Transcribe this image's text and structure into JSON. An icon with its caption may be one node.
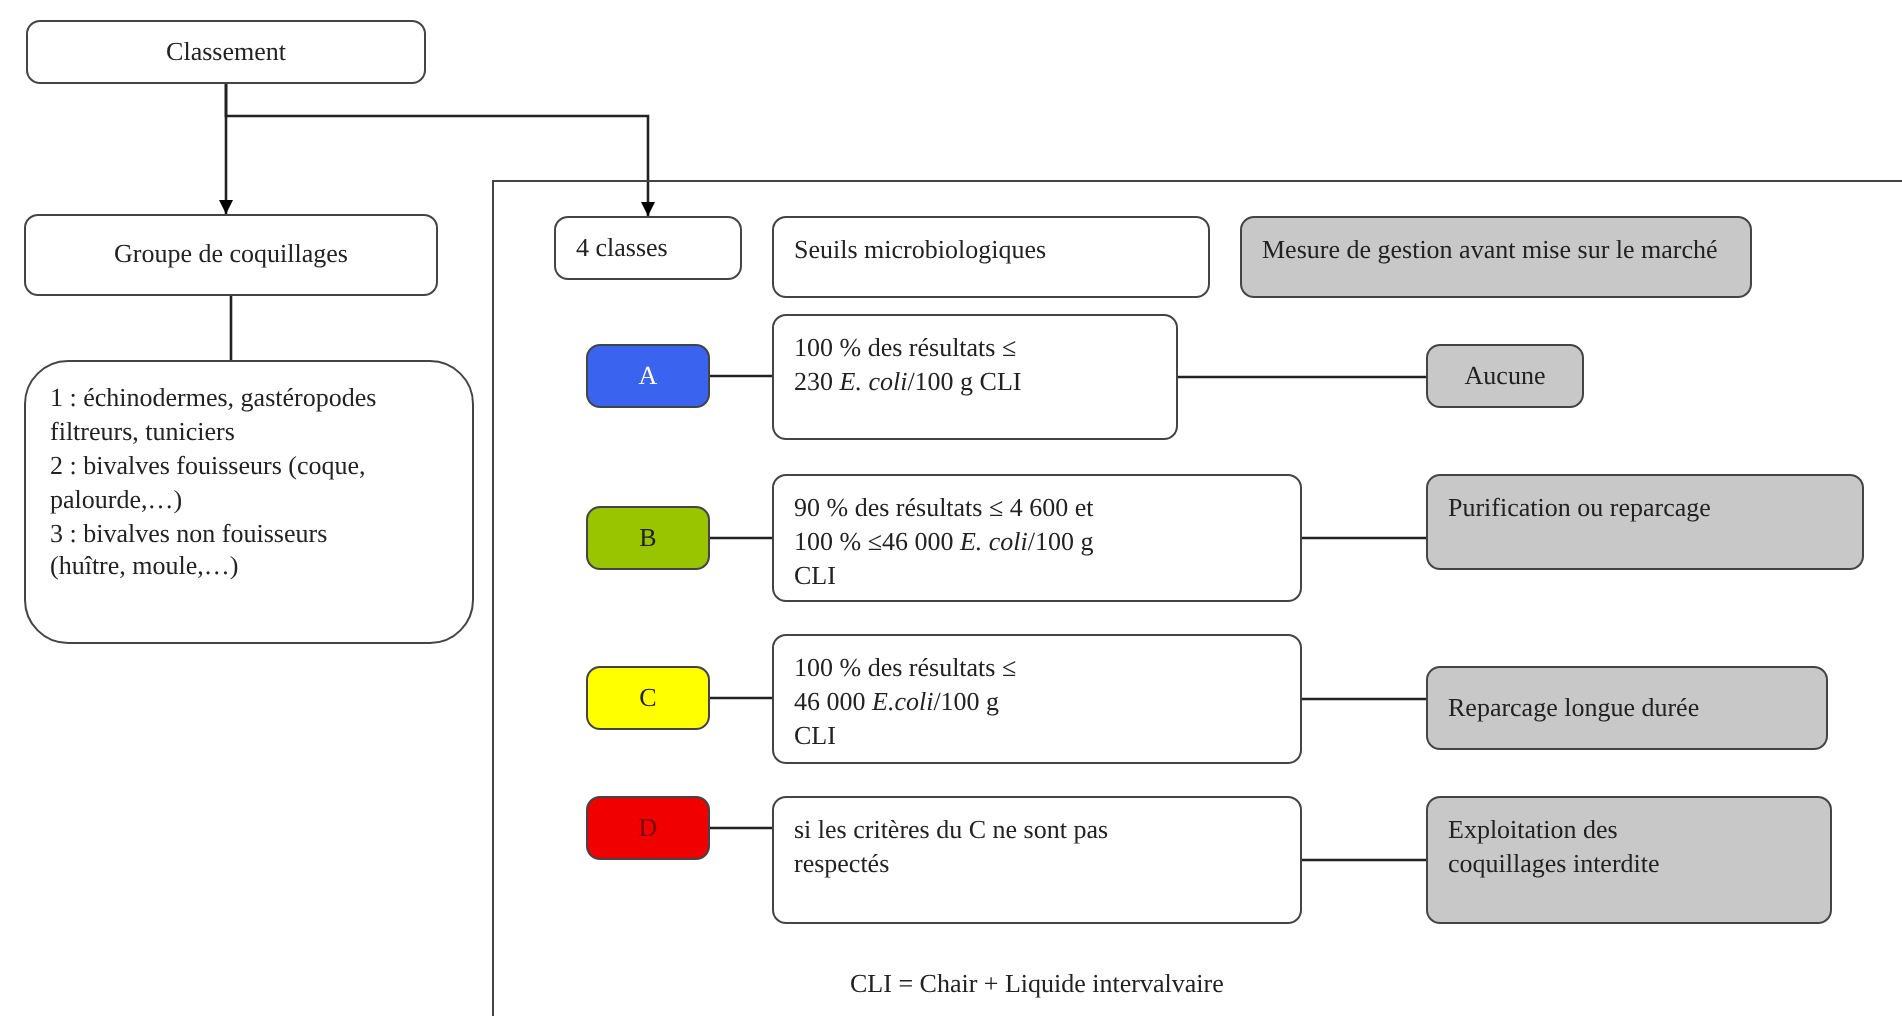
{
  "diagram": {
    "nodes": [
      {
        "text": [
          "Classement"
        ]
      },
      {
        "text": [
          "Groupe de coquillages"
        ]
      },
      {
        "text": [
          "1 : échinodermes, gastéropodes filtreurs, tuniciers",
          "2 : bivalves fouisseurs (coque, palourde,…)",
          "3 : bivalves non fouisseurs (huître, moule,…)"
        ]
      },
      {
        "text": [],
        "shape": "box"
      },
      {
        "text": [
          "4 classes"
        ],
        "in": 3
      },
      {
        "text": [
          "Seuils microbiologiques"
        ],
        "in": 3
      },
      {
        "text": [
          "Mesure de gestion avant mise sur le marché"
        ],
        "in": 3
      },
      {
        "text": [
          "A"
        ],
        "in": 3
      },
      {
        "text": [
          "100 % des résultats ≤ 230 *E. coli*/100 g CLI"
        ],
        "in": 3
      },
      {
        "text": [
          "Aucune"
        ],
        "in": 3
      },
      {
        "text": [
          "B"
        ],
        "in": 3
      },
      {
        "text": [
          "90 % des résultats ≤ 4 600 et 100 % ≤46 000 *E. coli*/100 g CLI"
        ],
        "in": 3
      },
      {
        "text": [
          "Purification ou reparcage"
        ],
        "in": 3
      },
      {
        "text": [
          "C"
        ],
        "in": 3
      },
      {
        "text": [
          "100 % des résultats ≤ 46 000 *E.coli*/100 g CLI"
        ],
        "in": 3
      },
      {
        "text": [
          "Reparcage longue durée"
        ],
        "in": 3
      },
      {
        "text": [
          "D"
        ],
        "in": 3
      },
      {
        "text": [
          "si les critères du C ne sont pas respectés"
        ],
        "in": 3
      },
      {
        "text": [
          "Exploitation des coquillages interdite"
        ],
        "in": 3
      }
    ],
    "edges": [
      {
        "from": 0,
        "to": 1,
        "arrow": "to"
      },
      {
        "from": 0,
        "to": 4,
        "arrow": "to"
      },
      {
        "from": 1,
        "to": 2,
        "arrow": "none"
      },
      {
        "from": 7,
        "to": 8,
        "arrow": "none"
      },
      {
        "from": 8,
        "to": 9,
        "arrow": "none"
      },
      {
        "from": 10,
        "to": 11,
        "arrow": "none"
      },
      {
        "from": 11,
        "to": 12,
        "arrow": "none"
      },
      {
        "from": 13,
        "to": 14,
        "arrow": "none"
      },
      {
        "from": 14,
        "to": 15,
        "arrow": "none"
      },
      {
        "from": 16,
        "to": 17,
        "arrow": "none"
      },
      {
        "from": 17,
        "to": 18,
        "arrow": "none"
      }
    ],
    "labels": [
      "CLI = Chair + Liquide intervalvaire"
    ]
  }
}
